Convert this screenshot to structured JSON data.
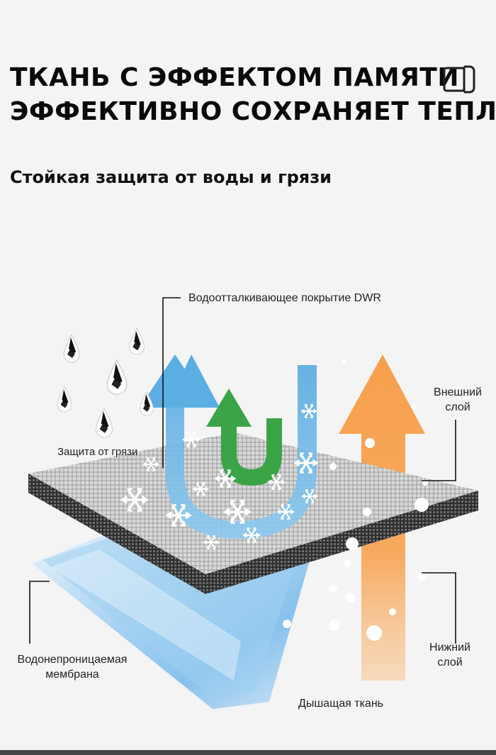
{
  "headline": {
    "line1": "ТКАНЬ С ЭФФЕКТОМ ПАМЯТИ",
    "line2": "ЭФФЕКТИВНО СОХРАНЯЕТ ТЕПЛО"
  },
  "subtitle": "Стойкая защита от воды и грязи",
  "labels": {
    "dwr": "Водоотталкивающее покрытие DWR",
    "dirt": "Защита от грязи",
    "outer_1": "Внешний",
    "outer_2": "слой",
    "membrane_1": "Водонепроницаемая",
    "membrane_2": "мембрана",
    "inner_1": "Нижний",
    "inner_2": "слой",
    "breathable": "Дышащая ткань"
  },
  "colors": {
    "blue_arrow": "#5cb2e3",
    "green_arrow": "#3aa447",
    "orange_arrow": "#f79a42",
    "membrane": "#8fc6ef",
    "fabric_top": "#8c8c8c",
    "fabric_edge": "#3a3a3a"
  },
  "icons": [
    "document-roll-icon",
    "snowflake-icon",
    "dirt-drop-icon"
  ]
}
